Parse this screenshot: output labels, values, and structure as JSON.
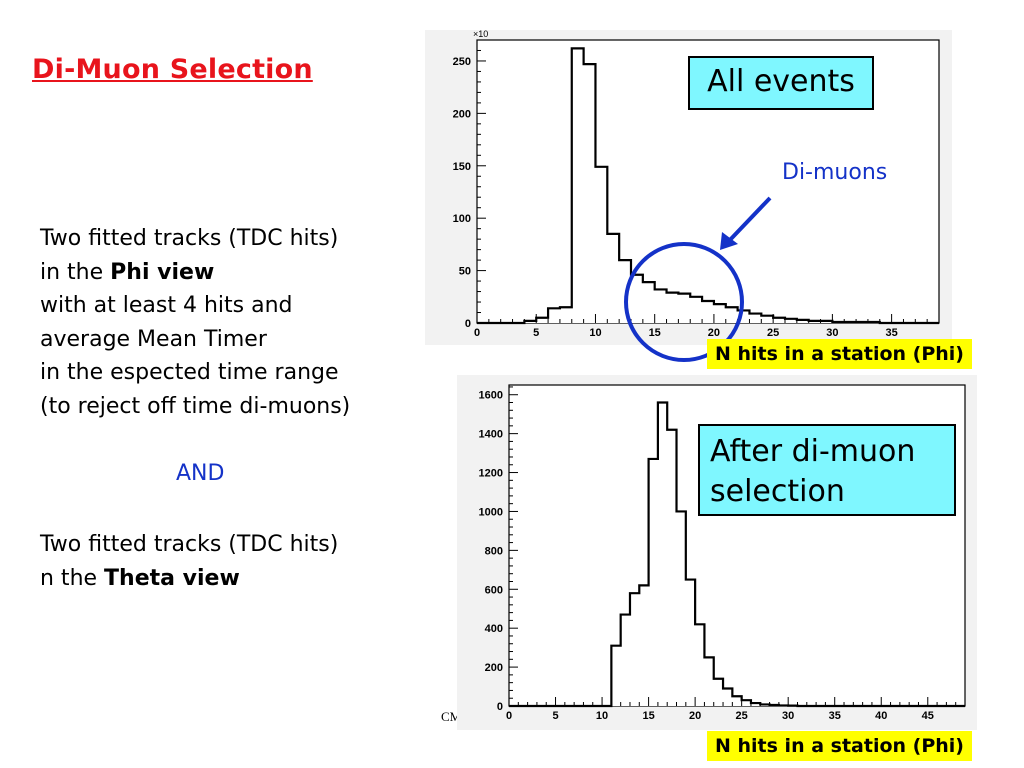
{
  "slide": {
    "title": "Di-Muon Selection",
    "para1": {
      "line1": "Two fitted tracks (TDC hits)",
      "line2_prefix": "in the ",
      "line2_bold": "Phi view",
      "line3": "with at least 4 hits and",
      "line4": "average Mean Timer",
      "line5": "in the espected time range",
      "line6": "(to reject off time di-muons)"
    },
    "and_label": "AND",
    "para2": {
      "line1": "Two fitted tracks (TDC hits)",
      "line2_prefix": "n the ",
      "line2_bold": "Theta view"
    },
    "footer_fragment": "CM"
  },
  "annotations": {
    "all_events": "All events",
    "after_selection_line1": "After di-muon",
    "after_selection_line2": "selection",
    "dimuons": "Di-muons",
    "xlabel_top": "N hits in a station (Phi)",
    "xlabel_bottom": "N hits in a station (Phi)"
  },
  "colors": {
    "title": "#e8141c",
    "and_text": "#1432c8",
    "circle": "#1432c8",
    "box_fill": "#7ff7ff",
    "label_fill": "#ffff00"
  },
  "chart_data": [
    {
      "type": "bar",
      "title": "All events",
      "xlabel": "N hits in a station (Phi)",
      "ylabel": "",
      "y_multiplier": "×10",
      "xlim": [
        0,
        39
      ],
      "ylim": [
        0,
        270
      ],
      "x_ticks": [
        0,
        5,
        10,
        15,
        20,
        25,
        30,
        35
      ],
      "y_ticks": [
        0,
        50,
        100,
        150,
        200,
        250
      ],
      "bin_edges": [
        0,
        1,
        2,
        3,
        4,
        5,
        6,
        7,
        8,
        9,
        10,
        11,
        12,
        13,
        14,
        15,
        16,
        17,
        18,
        19,
        20,
        21,
        22,
        23,
        24,
        25,
        26,
        27,
        28,
        29,
        30,
        31,
        32,
        33,
        34,
        35,
        36,
        37,
        38,
        39
      ],
      "values": [
        0,
        0,
        0,
        0,
        2,
        5,
        14,
        15,
        262,
        247,
        149,
        85,
        60,
        46,
        39,
        32,
        29,
        28,
        25,
        21,
        18,
        15,
        12,
        9,
        7,
        5,
        4,
        3,
        2,
        2,
        1,
        1,
        1,
        1,
        0,
        0,
        0,
        0,
        0
      ],
      "annotation": "Di-muons"
    },
    {
      "type": "bar",
      "title": "After di-muon selection",
      "xlabel": "N hits in a station (Phi)",
      "ylabel": "",
      "xlim": [
        0,
        49
      ],
      "ylim": [
        0,
        1650
      ],
      "x_ticks": [
        0,
        5,
        10,
        15,
        20,
        25,
        30,
        35,
        40,
        45
      ],
      "y_ticks": [
        0,
        200,
        400,
        600,
        800,
        1000,
        1200,
        1400,
        1600
      ],
      "bin_edges": [
        0,
        1,
        2,
        3,
        4,
        5,
        6,
        7,
        8,
        9,
        10,
        11,
        12,
        13,
        14,
        15,
        16,
        17,
        18,
        19,
        20,
        21,
        22,
        23,
        24,
        25,
        26,
        27,
        28,
        29,
        30,
        31,
        32,
        33,
        34,
        35,
        36,
        37,
        38,
        39,
        40,
        41,
        42,
        43,
        44,
        45,
        46,
        47,
        48,
        49
      ],
      "values": [
        0,
        0,
        0,
        0,
        0,
        0,
        0,
        0,
        0,
        0,
        0,
        310,
        470,
        580,
        620,
        1270,
        1560,
        1420,
        1000,
        650,
        420,
        250,
        140,
        90,
        50,
        30,
        15,
        8,
        5,
        3,
        2,
        0,
        0,
        0,
        0,
        0,
        0,
        0,
        0,
        0,
        0,
        0,
        0,
        0,
        0,
        0,
        0,
        0,
        0
      ]
    }
  ]
}
